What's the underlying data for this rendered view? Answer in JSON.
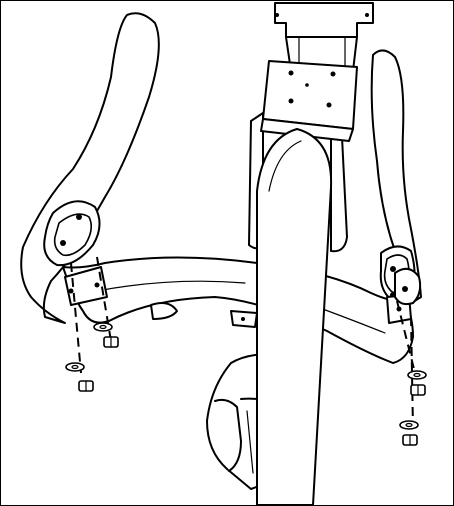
{
  "diagram": {
    "parts": [
      "handlebar-left-grip",
      "handlebar-right-grip",
      "center-post",
      "mounting-plate",
      "crossbar",
      "console-mast",
      "bolt",
      "washer"
    ],
    "left_fasteners": [
      "washer",
      "bolt",
      "washer",
      "bolt"
    ],
    "right_fasteners": [
      "washer",
      "bolt",
      "washer",
      "bolt"
    ],
    "colors": {
      "line": "#000000",
      "fill": "#ffffff"
    }
  }
}
